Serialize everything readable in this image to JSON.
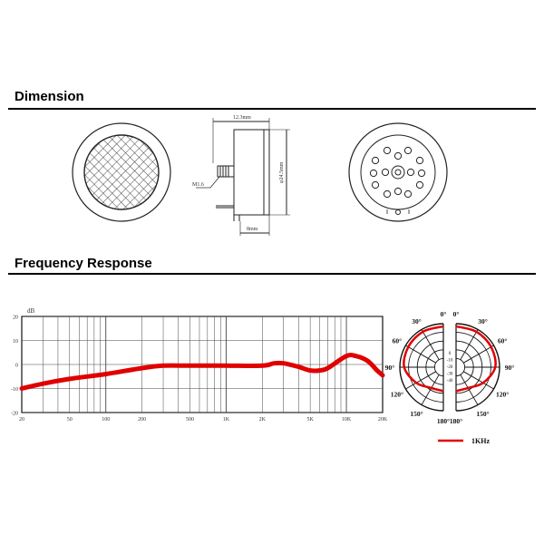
{
  "sections": {
    "dimension_title": "Dimension",
    "frequency_title": "Frequency Response"
  },
  "dimension": {
    "length_label": "12.3mm",
    "diameter_label": "φ24.5mm",
    "thread_label": "M1.6",
    "depth_label": "8mm"
  },
  "chart_data": {
    "type": "line",
    "ylabel": "dB",
    "y_ticks": [
      "20",
      "10",
      "0",
      "-10",
      "-20"
    ],
    "ylim": [
      -20,
      20
    ],
    "x_scale": "log",
    "x_ticks": [
      "20",
      "50",
      "100",
      "200",
      "500",
      "1K",
      "2K",
      "5K",
      "10K",
      "20K"
    ],
    "xlim": [
      20,
      20000
    ],
    "grid": true,
    "x": [
      20,
      30,
      50,
      100,
      200,
      300,
      500,
      1000,
      2000,
      2500,
      3000,
      4000,
      5000,
      6000,
      7000,
      10000,
      12000,
      15000,
      18000,
      20000
    ],
    "values": [
      -10,
      -8,
      -6,
      -4,
      -1.5,
      -0.5,
      -0.5,
      -0.5,
      -0.5,
      0.5,
      0.5,
      -1,
      -2.5,
      -2.5,
      -1.5,
      3.5,
      3.5,
      1.5,
      -2.5,
      -4.5
    ],
    "color": "#e00000"
  },
  "polar": {
    "left_labels": [
      "0°",
      "30°",
      "60°",
      "90°",
      "120°",
      "150°",
      "180°"
    ],
    "right_labels": [
      "0°",
      "30°",
      "60°",
      "90°",
      "120°",
      "150°",
      "180°"
    ],
    "radial_labels": [
      "0",
      "-10",
      "-20",
      "-30",
      "-40"
    ],
    "legend_label": "1KHz",
    "color": "#e00000"
  }
}
